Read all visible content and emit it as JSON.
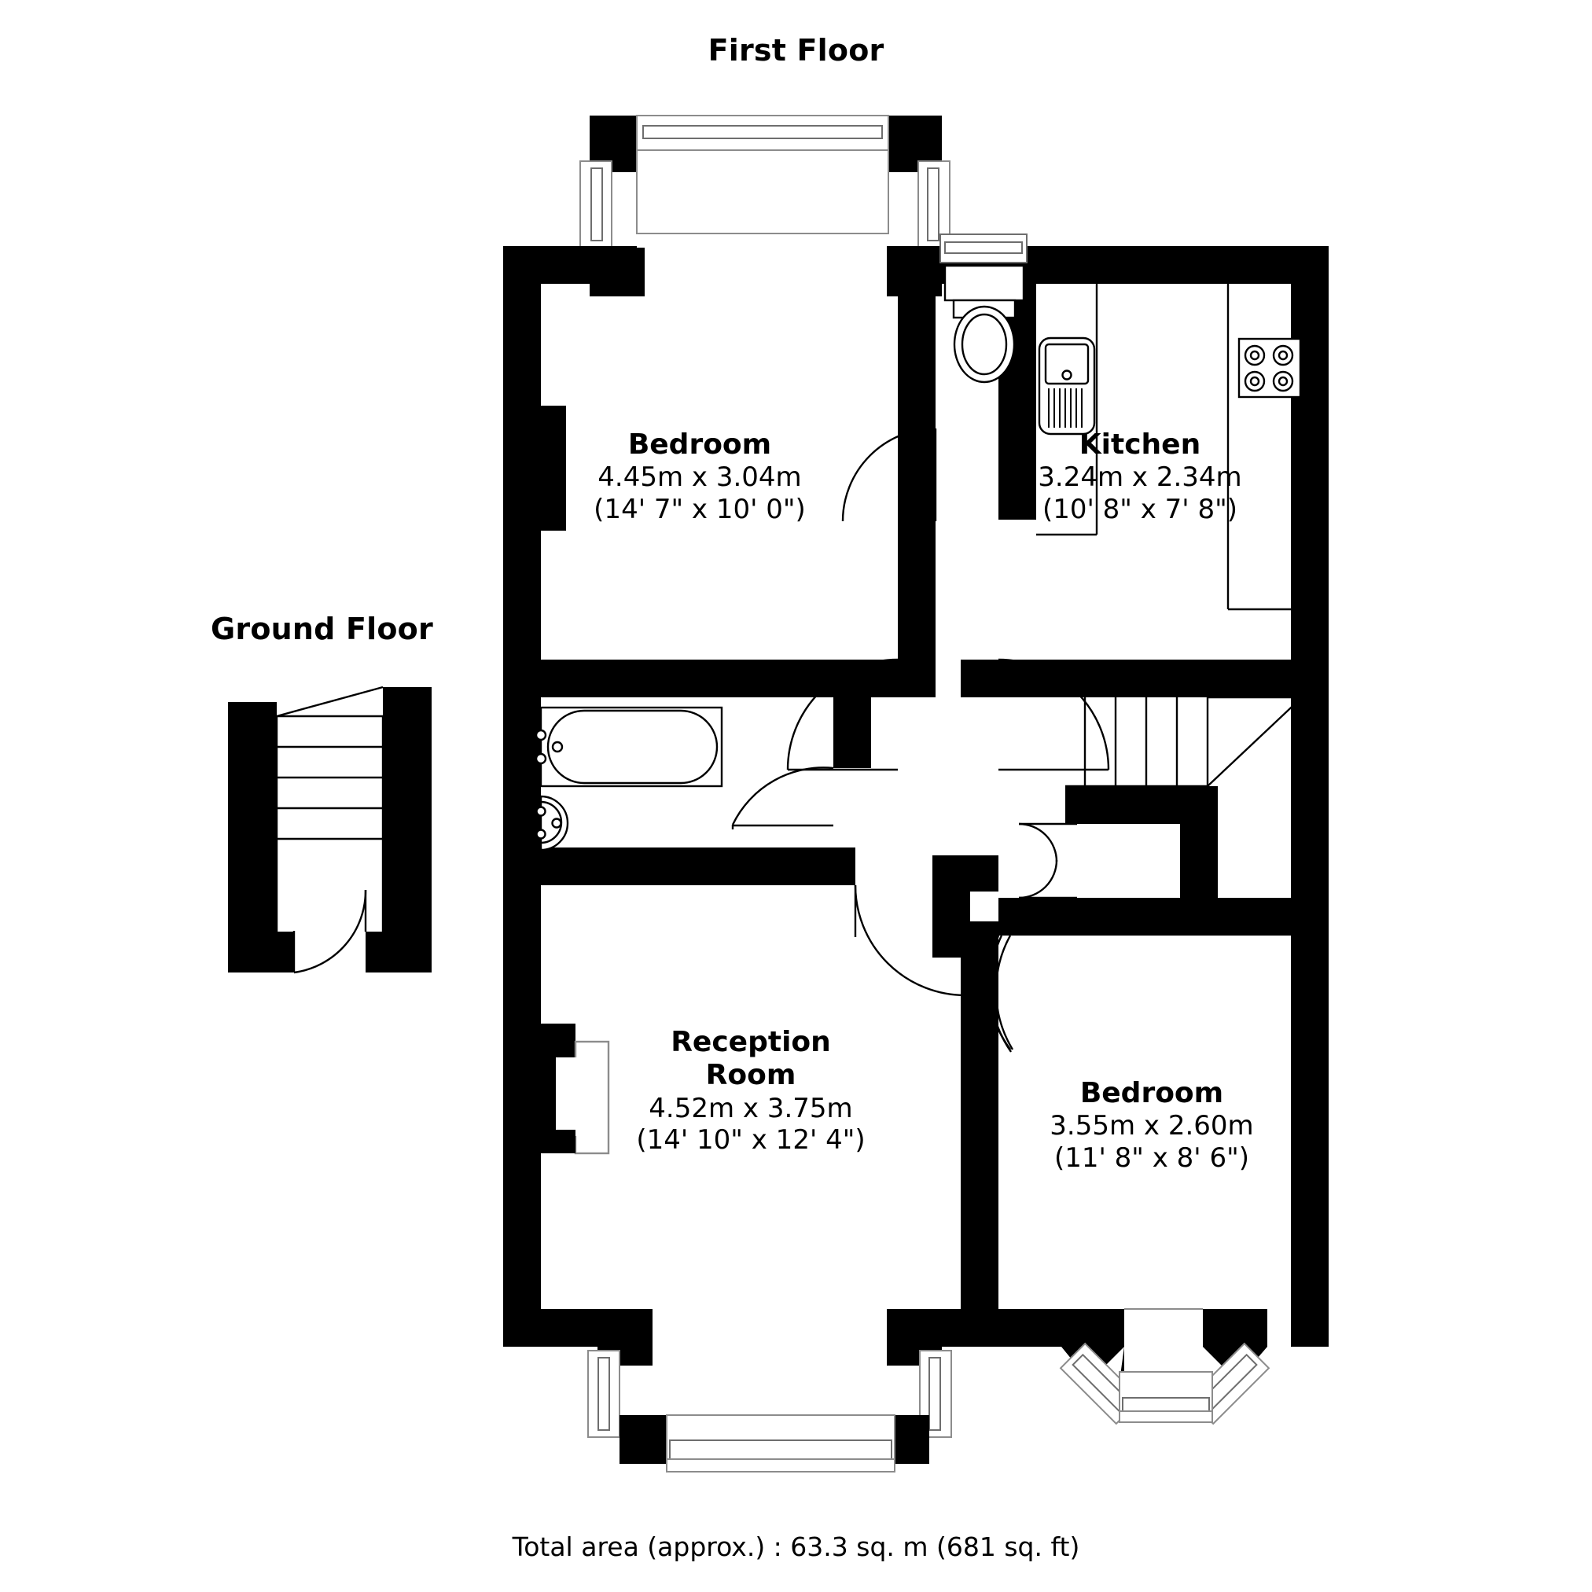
{
  "document": {
    "type": "floor-plan",
    "total_area_text": "Total area (approx.) : 63.3 sq. m (681 sq. ft)",
    "wall_color": "#000000",
    "background_color": "#ffffff",
    "fixture_line_color": "#000000"
  },
  "floors": [
    {
      "id": "first",
      "title": "First Floor"
    },
    {
      "id": "ground",
      "title": "Ground Floor"
    }
  ],
  "rooms": [
    {
      "id": "bedroom-1",
      "name": "Bedroom",
      "metric": "4.45m x 3.04m",
      "imperial": "(14' 7\" x 10' 0\")",
      "floor": "First Floor"
    },
    {
      "id": "kitchen",
      "name": "Kitchen",
      "metric": "3.24m x 2.34m",
      "imperial": "(10' 8\" x 7' 8\")",
      "floor": "First Floor"
    },
    {
      "id": "reception-room",
      "name_line1": "Reception",
      "name_line2": "Room",
      "name": "Reception Room",
      "metric": "4.52m x 3.75m",
      "imperial": "(14' 10\" x 12' 4\")",
      "floor": "First Floor"
    },
    {
      "id": "bedroom-2",
      "name": "Bedroom",
      "metric": "3.55m x 2.60m",
      "imperial": "(11' 8\" x 8' 6\")",
      "floor": "First Floor"
    }
  ],
  "fixtures": [
    {
      "id": "toilet",
      "icon": "toilet-icon",
      "room": "landing"
    },
    {
      "id": "bathtub",
      "icon": "bathtub-icon",
      "room": "bathroom"
    },
    {
      "id": "wash-basin",
      "icon": "wash-basin-icon",
      "room": "bathroom"
    },
    {
      "id": "kitchen-sink",
      "icon": "sink-icon",
      "room": "kitchen"
    },
    {
      "id": "hob",
      "icon": "hob-icon",
      "room": "kitchen"
    },
    {
      "id": "staircase-first",
      "icon": "staircase-icon",
      "room": "landing"
    },
    {
      "id": "staircase-ground",
      "icon": "staircase-icon",
      "room": "ground-floor-hall"
    },
    {
      "id": "fireplace-reception",
      "icon": "fireplace-icon",
      "room": "reception-room"
    },
    {
      "id": "chimney-bedroom",
      "icon": "chimney-breast-icon",
      "room": "bedroom-1"
    }
  ],
  "openings": [
    {
      "id": "bay-window-top",
      "icon": "bay-window-icon"
    },
    {
      "id": "bay-window-bottom",
      "icon": "bay-window-icon"
    },
    {
      "id": "canted-bay-window",
      "icon": "canted-bay-window-icon"
    },
    {
      "id": "window-landing",
      "icon": "window-icon"
    },
    {
      "id": "door-bedroom-1",
      "icon": "door-swing-icon"
    },
    {
      "id": "door-kitchen",
      "icon": "door-swing-icon"
    },
    {
      "id": "door-bathroom",
      "icon": "door-swing-icon"
    },
    {
      "id": "door-reception",
      "icon": "door-swing-icon"
    },
    {
      "id": "door-bedroom-2",
      "icon": "door-swing-icon"
    },
    {
      "id": "door-cupboard",
      "icon": "double-door-swing-icon"
    },
    {
      "id": "door-ground-entry",
      "icon": "door-swing-icon"
    }
  ]
}
